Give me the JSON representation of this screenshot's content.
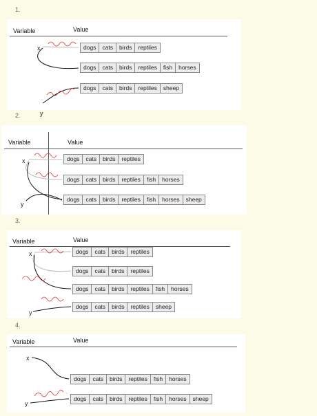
{
  "headers": {
    "variable": "Variable",
    "value": "Value"
  },
  "panels": [
    {
      "number": "1.",
      "variables": [
        "x",
        "y"
      ],
      "lists": [
        [
          "dogs",
          "cats",
          "birds",
          "reptiles"
        ],
        [
          "dogs",
          "cats",
          "birds",
          "reptiles",
          "fish",
          "horses"
        ],
        [
          "dogs",
          "cats",
          "birds",
          "reptiles",
          "sheep"
        ]
      ]
    },
    {
      "number": "2.",
      "variables": [
        "x",
        "y"
      ],
      "lists": [
        [
          "dogs",
          "cats",
          "birds",
          "reptiles"
        ],
        [
          "dogs",
          "cats",
          "birds",
          "reptiles",
          "fish",
          "horses"
        ],
        [
          "dogs",
          "cats",
          "birds",
          "reptiles",
          "fish",
          "horses",
          "sheep"
        ]
      ]
    },
    {
      "number": "3.",
      "variables": [
        "x",
        "y"
      ],
      "lists": [
        [
          "dogs",
          "cats",
          "birds",
          "reptiles"
        ],
        [
          "dogs",
          "cats",
          "birds",
          "reptiles"
        ],
        [
          "dogs",
          "cats",
          "birds",
          "reptiles",
          "fish",
          "horses"
        ],
        [
          "dogs",
          "cats",
          "birds",
          "reptiles",
          "sheep"
        ]
      ]
    },
    {
      "number": "4.",
      "variables": [
        "x",
        "y"
      ],
      "lists": [
        [
          "dogs",
          "cats",
          "birds",
          "reptiles",
          "fish",
          "horses"
        ],
        [
          "dogs",
          "cats",
          "birds",
          "reptiles",
          "fish",
          "horses",
          "sheep"
        ]
      ]
    }
  ]
}
